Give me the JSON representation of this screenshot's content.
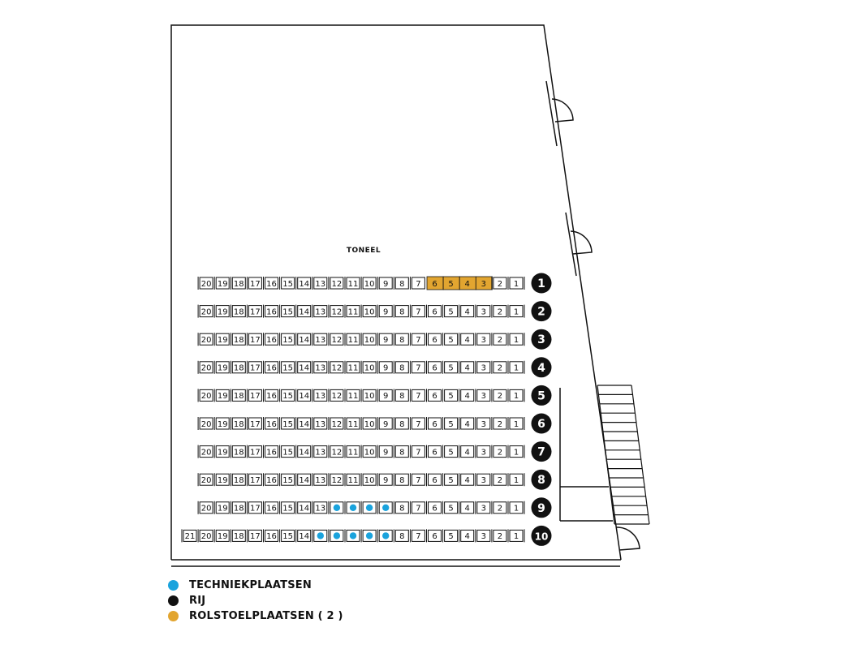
{
  "stage": {
    "label": "TONEEL"
  },
  "colors": {
    "tech": "#1aa3dd",
    "row": "#111111",
    "wheelchair": "#e2a530",
    "line": "#111111"
  },
  "rows": [
    {
      "label": "1",
      "seats": [
        "20",
        "19",
        "18",
        "17",
        "16",
        "15",
        "14",
        "13",
        "12",
        "11",
        "10",
        "9",
        "8",
        "7",
        "6",
        "5",
        "4",
        "3",
        "2",
        "1"
      ],
      "wheelchair": [
        "6",
        "5",
        "4",
        "3"
      ],
      "tech": []
    },
    {
      "label": "2",
      "seats": [
        "20",
        "19",
        "18",
        "17",
        "16",
        "15",
        "14",
        "13",
        "12",
        "11",
        "10",
        "9",
        "8",
        "7",
        "6",
        "5",
        "4",
        "3",
        "2",
        "1"
      ],
      "wheelchair": [],
      "tech": []
    },
    {
      "label": "3",
      "seats": [
        "20",
        "19",
        "18",
        "17",
        "16",
        "15",
        "14",
        "13",
        "12",
        "11",
        "10",
        "9",
        "8",
        "7",
        "6",
        "5",
        "4",
        "3",
        "2",
        "1"
      ],
      "wheelchair": [],
      "tech": []
    },
    {
      "label": "4",
      "seats": [
        "20",
        "19",
        "18",
        "17",
        "16",
        "15",
        "14",
        "13",
        "12",
        "11",
        "10",
        "9",
        "8",
        "7",
        "6",
        "5",
        "4",
        "3",
        "2",
        "1"
      ],
      "wheelchair": [],
      "tech": []
    },
    {
      "label": "5",
      "seats": [
        "20",
        "19",
        "18",
        "17",
        "16",
        "15",
        "14",
        "13",
        "12",
        "11",
        "10",
        "9",
        "8",
        "7",
        "6",
        "5",
        "4",
        "3",
        "2",
        "1"
      ],
      "wheelchair": [],
      "tech": []
    },
    {
      "label": "6",
      "seats": [
        "20",
        "19",
        "18",
        "17",
        "16",
        "15",
        "14",
        "13",
        "12",
        "11",
        "10",
        "9",
        "8",
        "7",
        "6",
        "5",
        "4",
        "3",
        "2",
        "1"
      ],
      "wheelchair": [],
      "tech": []
    },
    {
      "label": "7",
      "seats": [
        "20",
        "19",
        "18",
        "17",
        "16",
        "15",
        "14",
        "13",
        "12",
        "11",
        "10",
        "9",
        "8",
        "7",
        "6",
        "5",
        "4",
        "3",
        "2",
        "1"
      ],
      "wheelchair": [],
      "tech": []
    },
    {
      "label": "8",
      "seats": [
        "20",
        "19",
        "18",
        "17",
        "16",
        "15",
        "14",
        "13",
        "12",
        "11",
        "10",
        "9",
        "8",
        "7",
        "6",
        "5",
        "4",
        "3",
        "2",
        "1"
      ],
      "wheelchair": [],
      "tech": []
    },
    {
      "label": "9",
      "seats": [
        "20",
        "19",
        "18",
        "17",
        "16",
        "15",
        "14",
        "13",
        "12",
        "11",
        "10",
        "9",
        "8",
        "7",
        "6",
        "5",
        "4",
        "3",
        "2",
        "1"
      ],
      "wheelchair": [],
      "tech": [
        "12",
        "11",
        "10",
        "9"
      ]
    },
    {
      "label": "10",
      "seats": [
        "21",
        "20",
        "19",
        "18",
        "17",
        "16",
        "15",
        "14",
        "13",
        "12",
        "11",
        "10",
        "9",
        "8",
        "7",
        "6",
        "5",
        "4",
        "3",
        "2",
        "1"
      ],
      "wheelchair": [],
      "tech": [
        "13",
        "12",
        "11",
        "10",
        "9"
      ]
    }
  ],
  "legend": [
    {
      "key": "tech",
      "label": "TECHNIEKPLAATSEN"
    },
    {
      "key": "row",
      "label": "RIJ"
    },
    {
      "key": "wheelchair",
      "label": "ROLSTOELPLAATSEN ( 2 )"
    }
  ]
}
